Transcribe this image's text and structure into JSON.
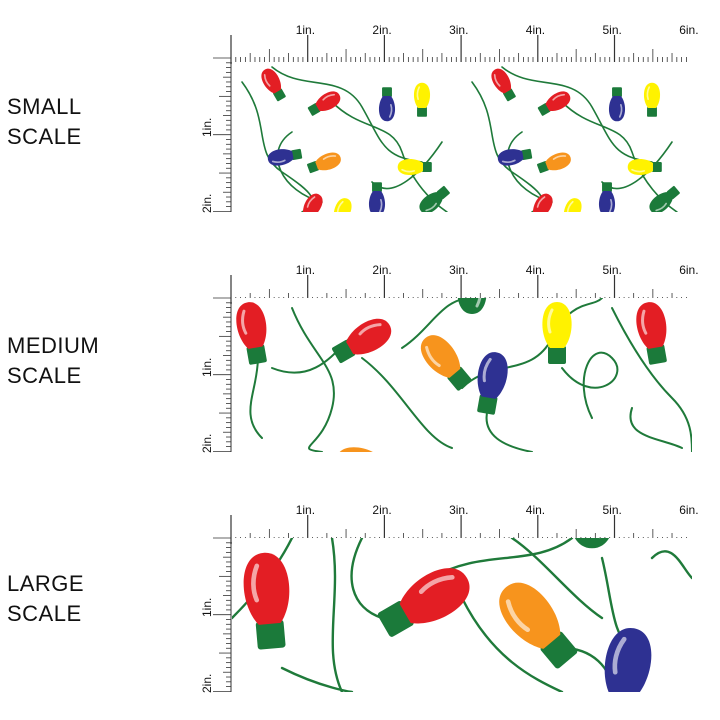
{
  "scales": [
    {
      "line1": "SMALL",
      "line2": "SCALE"
    },
    {
      "line1": "MEDIUM",
      "line2": "SCALE"
    },
    {
      "line1": "LARGE",
      "line2": "SCALE"
    }
  ],
  "ruler": {
    "top_labels": [
      "1in.",
      "2in.",
      "3in.",
      "4in.",
      "5in.",
      "6in."
    ],
    "left_labels": [
      "1in.",
      "2in."
    ]
  },
  "colors": {
    "red": "#e31e24",
    "orange": "#f7941d",
    "yellow": "#fff200",
    "blue": "#2e3192",
    "green": "#1b7a3a",
    "wire": "#1f7a3a"
  },
  "pattern": "christmas-lights-icon"
}
